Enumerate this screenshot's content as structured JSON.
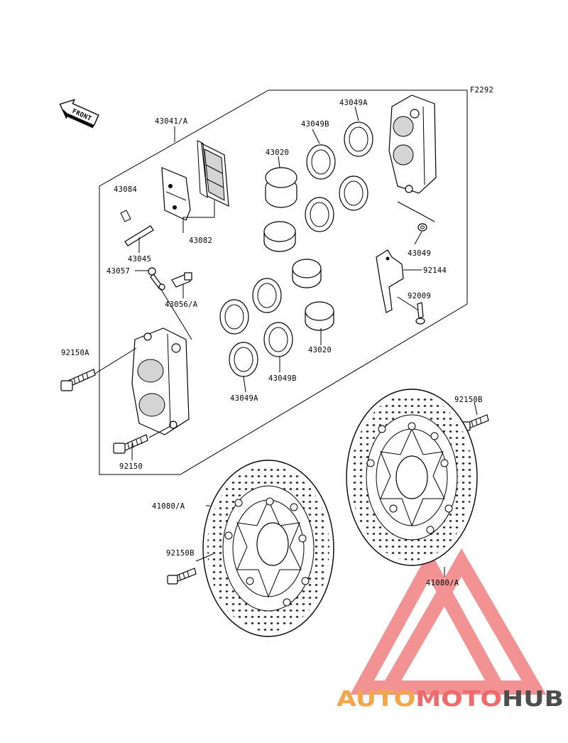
{
  "diagram": {
    "figure_code": "F2292",
    "front_label": "FRONT",
    "part_labels": {
      "caliper_assy": "43041/A",
      "pad_spring": "43084",
      "pads": "43082",
      "pin": "43045",
      "clip": "43057",
      "bleeder": "43056/A",
      "piston_upper": "43020",
      "piston_lower": "43020",
      "seal_b_upper": "43049B",
      "seal_a_upper": "43049A",
      "seal_b_lower": "43049B",
      "seal_a_lower": "43049A",
      "bleeder_cap": "43049",
      "bracket": "92144",
      "bolt_small": "92009",
      "bolt_a": "92150A",
      "bolt": "92150",
      "disc_right": "41080/A",
      "disc_left": "41080/A",
      "bolt_b_right": "92150B",
      "bolt_b_left": "92150B"
    }
  },
  "watermark": {
    "part1": "AUTO",
    "part2": "MOTO",
    "part3": "HUB",
    "colors": {
      "orange": "#f4a74a",
      "red": "#ef6a6a",
      "gray": "#4d4d4d",
      "triangle": "#f08080"
    }
  }
}
